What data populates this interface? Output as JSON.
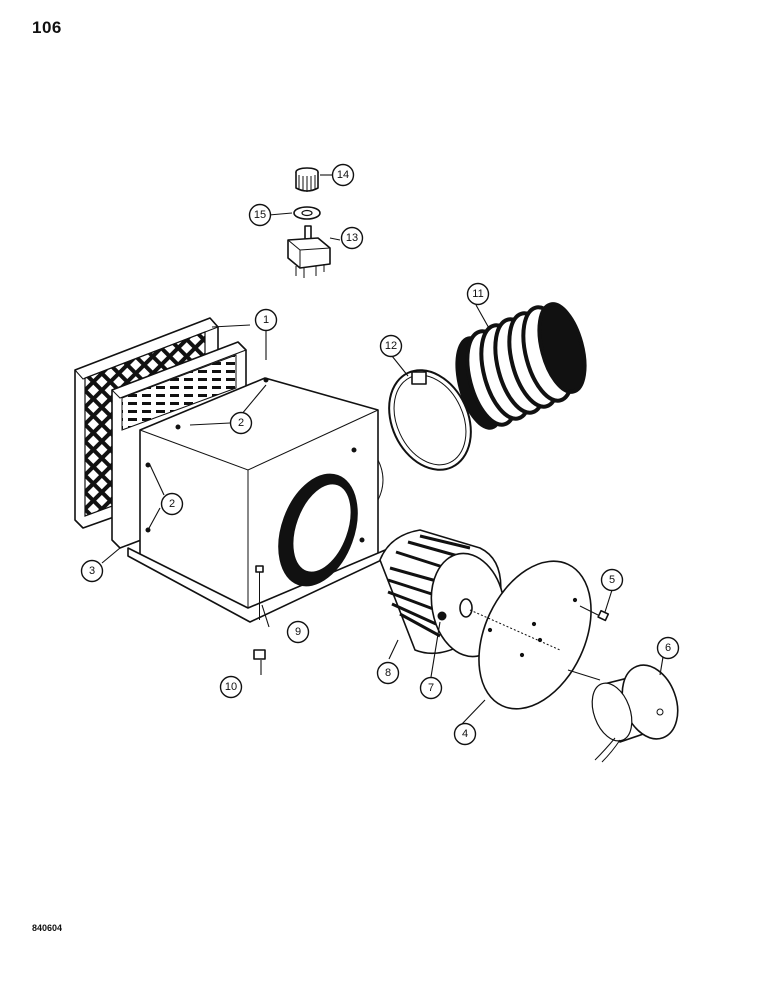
{
  "page_number": "106",
  "drawing_code": "840604",
  "callouts": [
    {
      "id": "1",
      "label": "1"
    },
    {
      "id": "2a",
      "label": "2"
    },
    {
      "id": "2b",
      "label": "2"
    },
    {
      "id": "3",
      "label": "3"
    },
    {
      "id": "4",
      "label": "4"
    },
    {
      "id": "5",
      "label": "5"
    },
    {
      "id": "6",
      "label": "6"
    },
    {
      "id": "7",
      "label": "7"
    },
    {
      "id": "8",
      "label": "8"
    },
    {
      "id": "9",
      "label": "9"
    },
    {
      "id": "10",
      "label": "10"
    },
    {
      "id": "11",
      "label": "11"
    },
    {
      "id": "12",
      "label": "12"
    },
    {
      "id": "13",
      "label": "13"
    },
    {
      "id": "14",
      "label": "14"
    },
    {
      "id": "15",
      "label": "15"
    }
  ]
}
